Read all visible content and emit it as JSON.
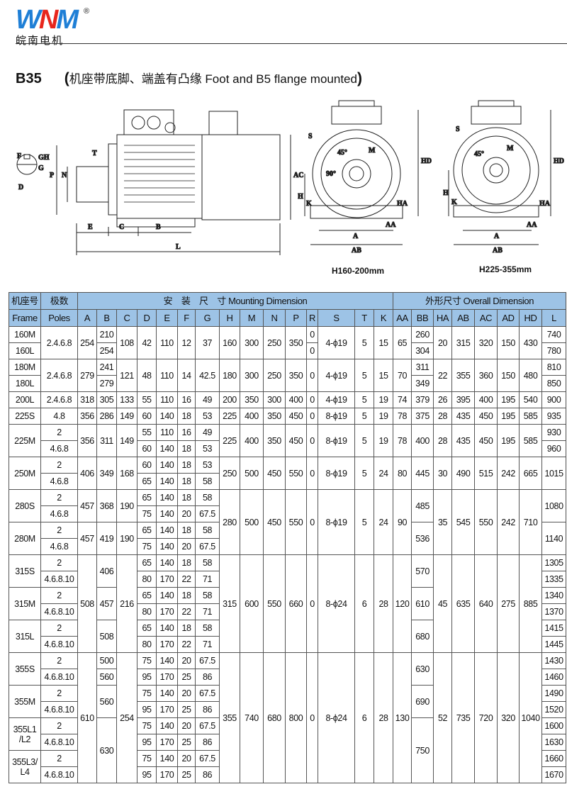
{
  "brand": {
    "logo_text": "WNM",
    "cn_name": "皖南电机",
    "reg": "®"
  },
  "heading": {
    "code": "B35",
    "open": "(",
    "desc": "机座带底脚、端盖有凸缘 Foot and B5 flange mounted",
    "close": ")"
  },
  "drawing": {
    "side_labels": {
      "E": "E",
      "C": "C",
      "B": "B",
      "L": "L",
      "P": "P",
      "N": "N",
      "AC": "AC",
      "T": "T",
      "F": "F",
      "GH": "GH",
      "G": "G",
      "D": "D"
    },
    "front_labels": {
      "S": "S",
      "a45": "45°",
      "a90": "90°",
      "M": "M",
      "H": "H",
      "K": "K",
      "A": "A",
      "AB": "AB",
      "AA": "AA",
      "HA": "HA",
      "HD": "HD"
    },
    "caption1": "H160-200mm",
    "caption2": "H225-355mm"
  },
  "table": {
    "header1": {
      "frame_cn": "机座号",
      "poles_cn": "极数",
      "mount": "安　装　尺　寸 Mounting Dimension",
      "overall": "外形尺寸 Overall Dimension"
    },
    "header2": [
      "Frame",
      "Poles",
      "A",
      "B",
      "C",
      "D",
      "E",
      "F",
      "G",
      "H",
      "M",
      "N",
      "P",
      "R",
      "S",
      "T",
      "K",
      "AA",
      "BB",
      "HA",
      "AB",
      "AC",
      "AD",
      "HD",
      "L"
    ],
    "rows": [
      [
        "160M",
        [
          "2.4.6.8",
          2
        ],
        [
          "254",
          2
        ],
        "210",
        [
          "108",
          2
        ],
        [
          "42",
          2
        ],
        [
          "110",
          2
        ],
        [
          "12",
          2
        ],
        [
          "37",
          2
        ],
        [
          "160",
          2
        ],
        [
          "300",
          2
        ],
        [
          "250",
          2
        ],
        [
          "350",
          2
        ],
        "0",
        [
          "4-ϕ19",
          2
        ],
        [
          "5",
          2
        ],
        [
          "15",
          2
        ],
        [
          "65",
          2
        ],
        "260",
        [
          "20",
          2
        ],
        [
          "315",
          2
        ],
        [
          "320",
          2
        ],
        [
          "150",
          2
        ],
        [
          "430",
          2
        ],
        "740"
      ],
      [
        "160L",
        "254",
        "0",
        "304",
        "780"
      ],
      [
        "180M",
        [
          "2.4.6.8",
          2
        ],
        [
          "279",
          2
        ],
        "241",
        [
          "121",
          2
        ],
        [
          "48",
          2
        ],
        [
          "110",
          2
        ],
        [
          "14",
          2
        ],
        [
          "42.5",
          2
        ],
        [
          "180",
          2
        ],
        [
          "300",
          2
        ],
        [
          "250",
          2
        ],
        [
          "350",
          2
        ],
        [
          "0",
          2
        ],
        [
          "4-ϕ19",
          2
        ],
        [
          "5",
          2
        ],
        [
          "15",
          2
        ],
        [
          "70",
          2
        ],
        "311",
        [
          "22",
          2
        ],
        [
          "355",
          2
        ],
        [
          "360",
          2
        ],
        [
          "150",
          2
        ],
        [
          "480",
          2
        ],
        "810"
      ],
      [
        "180L",
        "279",
        "349",
        "850"
      ],
      [
        "200L",
        "2.4.6.8",
        "318",
        "305",
        "133",
        "55",
        "110",
        "16",
        "49",
        "200",
        "350",
        "300",
        "400",
        "0",
        "4-ϕ19",
        "5",
        "19",
        "74",
        "379",
        "26",
        "395",
        "400",
        "195",
        "540",
        "900"
      ],
      [
        "225S",
        "4.8",
        "356",
        "286",
        "149",
        "60",
        "140",
        "18",
        "53",
        "225",
        "400",
        "350",
        "450",
        "0",
        "8-ϕ19",
        "5",
        "19",
        "78",
        "375",
        "28",
        "435",
        "450",
        "195",
        "585",
        "935"
      ],
      [
        [
          "225M",
          2
        ],
        "2",
        [
          "356",
          2
        ],
        [
          "311",
          2
        ],
        [
          "149",
          2
        ],
        "55",
        "110",
        "16",
        "49",
        [
          "225",
          2
        ],
        [
          "400",
          2
        ],
        [
          "350",
          2
        ],
        [
          "450",
          2
        ],
        [
          "0",
          2
        ],
        [
          "8-ϕ19",
          2
        ],
        [
          "5",
          2
        ],
        [
          "19",
          2
        ],
        [
          "78",
          2
        ],
        [
          "400",
          2
        ],
        [
          "28",
          2
        ],
        [
          "435",
          2
        ],
        [
          "450",
          2
        ],
        [
          "195",
          2
        ],
        [
          "585",
          2
        ],
        "930"
      ],
      [
        "4.6.8",
        "60",
        "140",
        "18",
        "53",
        "960"
      ],
      [
        [
          "250M",
          2
        ],
        "2",
        [
          "406",
          2
        ],
        [
          "349",
          2
        ],
        [
          "168",
          2
        ],
        "60",
        "140",
        "18",
        "53",
        [
          "250",
          2
        ],
        [
          "500",
          2
        ],
        [
          "450",
          2
        ],
        [
          "550",
          2
        ],
        [
          "0",
          2
        ],
        [
          "8-ϕ19",
          2
        ],
        [
          "5",
          2
        ],
        [
          "24",
          2
        ],
        [
          "80",
          2
        ],
        [
          "445",
          2
        ],
        [
          "30",
          2
        ],
        [
          "490",
          2
        ],
        [
          "515",
          2
        ],
        [
          "242",
          2
        ],
        [
          "665",
          2
        ],
        [
          "1015",
          2
        ]
      ],
      [
        "4.6.8",
        "65",
        "140",
        "18",
        "58"
      ],
      [
        [
          "280S",
          2
        ],
        "2",
        [
          "457",
          2
        ],
        [
          "368",
          2
        ],
        [
          "190",
          2
        ],
        "65",
        "140",
        "18",
        "58",
        [
          "280",
          4
        ],
        [
          "500",
          4
        ],
        [
          "450",
          4
        ],
        [
          "550",
          4
        ],
        [
          "0",
          4
        ],
        [
          "8-ϕ19",
          4
        ],
        [
          "5",
          4
        ],
        [
          "24",
          4
        ],
        [
          "90",
          4
        ],
        [
          "485",
          2
        ],
        [
          "35",
          4
        ],
        [
          "545",
          4
        ],
        [
          "550",
          4
        ],
        [
          "242",
          4
        ],
        [
          "710",
          4
        ],
        [
          "1080",
          2
        ]
      ],
      [
        "4.6.8",
        "75",
        "140",
        "20",
        "67.5"
      ],
      [
        [
          "280M",
          2
        ],
        "2",
        [
          "457",
          2
        ],
        [
          "419",
          2
        ],
        [
          "190",
          2
        ],
        "65",
        "140",
        "18",
        "58",
        [
          "536",
          2
        ],
        [
          "1140",
          2
        ]
      ],
      [
        "4.6.8",
        "75",
        "140",
        "20",
        "67.5"
      ],
      [
        [
          "315S",
          2
        ],
        "2",
        [
          "508",
          6
        ],
        [
          "406",
          2
        ],
        [
          "216",
          6
        ],
        "65",
        "140",
        "18",
        "58",
        [
          "315",
          6
        ],
        [
          "600",
          6
        ],
        [
          "550",
          6
        ],
        [
          "660",
          6
        ],
        [
          "0",
          6
        ],
        [
          "8-ϕ24",
          6
        ],
        [
          "6",
          6
        ],
        [
          "28",
          6
        ],
        [
          "120",
          6
        ],
        [
          "570",
          2
        ],
        [
          "45",
          6
        ],
        [
          "635",
          6
        ],
        [
          "640",
          6
        ],
        [
          "275",
          6
        ],
        [
          "885",
          6
        ],
        "1305"
      ],
      [
        "4.6.8.10",
        "80",
        "170",
        "22",
        "71",
        "1335"
      ],
      [
        [
          "315M",
          2
        ],
        "2",
        [
          "457",
          2
        ],
        "65",
        "140",
        "18",
        "58",
        [
          "610",
          2
        ],
        "1340"
      ],
      [
        "4.6.8.10",
        "80",
        "170",
        "22",
        "71",
        "1370"
      ],
      [
        [
          "315L",
          2
        ],
        "2",
        [
          "508",
          2
        ],
        "65",
        "140",
        "18",
        "58",
        [
          "680",
          2
        ],
        "1415"
      ],
      [
        "4.6.8.10",
        "80",
        "170",
        "22",
        "71",
        "1445"
      ],
      [
        [
          "355S",
          2
        ],
        "2",
        [
          "610",
          8
        ],
        "500",
        [
          "254",
          8
        ],
        "75",
        "140",
        "20",
        "67.5",
        [
          "355",
          8
        ],
        [
          "740",
          8
        ],
        [
          "680",
          8
        ],
        [
          "800",
          8
        ],
        [
          "0",
          8
        ],
        [
          "8-ϕ24",
          8
        ],
        [
          "6",
          8
        ],
        [
          "28",
          8
        ],
        [
          "130",
          8
        ],
        [
          "630",
          2
        ],
        [
          "52",
          8
        ],
        [
          "735",
          8
        ],
        [
          "720",
          8
        ],
        [
          "320",
          8
        ],
        [
          "1040",
          8
        ],
        "1430"
      ],
      [
        "4.6.8.10",
        "560",
        "95",
        "170",
        "25",
        "86",
        "1460"
      ],
      [
        [
          "355M",
          2
        ],
        "2",
        [
          "560",
          2
        ],
        "75",
        "140",
        "20",
        "67.5",
        [
          "690",
          2
        ],
        "1490"
      ],
      [
        "4.6.8.10",
        "95",
        "170",
        "25",
        "86",
        "1520"
      ],
      [
        [
          "355L1\n/L2",
          2
        ],
        "2",
        [
          "630",
          4
        ],
        "75",
        "140",
        "20",
        "67.5",
        [
          "750",
          4
        ],
        "1600"
      ],
      [
        "4.6.8.10",
        "95",
        "170",
        "25",
        "86",
        "1630"
      ],
      [
        [
          "355L3/\nL4",
          2
        ],
        "2",
        "75",
        "140",
        "20",
        "67.5",
        "1660"
      ],
      [
        "4.6.8.10",
        "95",
        "170",
        "25",
        "86",
        "1670"
      ]
    ]
  }
}
